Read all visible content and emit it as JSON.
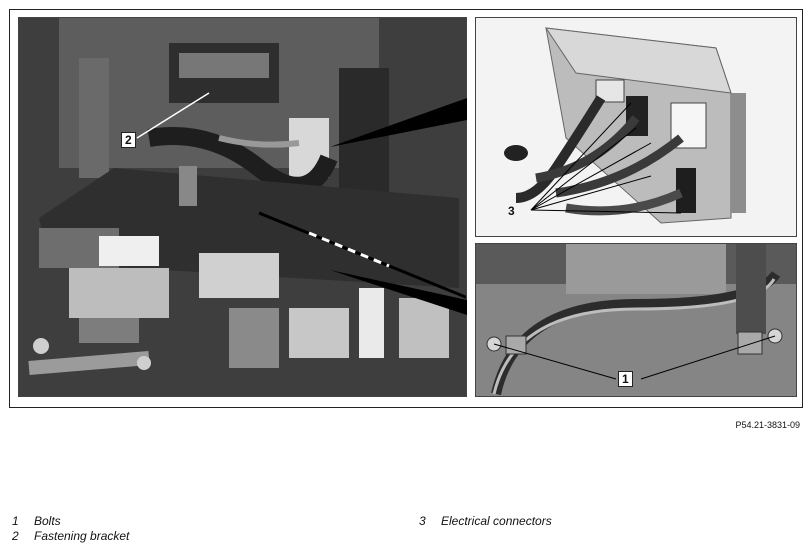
{
  "figure": {
    "reference": "P54.21-3831-09",
    "callouts": [
      {
        "id": "1",
        "label": "1"
      },
      {
        "id": "2",
        "label": "2"
      },
      {
        "id": "3",
        "label": "3"
      }
    ]
  },
  "legend": {
    "left": [
      {
        "num": "1",
        "text": "Bolts"
      },
      {
        "num": "2",
        "text": "Fastening bracket"
      }
    ],
    "right": [
      {
        "num": "3",
        "text": "Electrical connectors"
      }
    ]
  },
  "colors": {
    "photo_dark": "#4a4a4a",
    "detail_light": "#ececec",
    "detail_mid": "#7a7a7a"
  }
}
